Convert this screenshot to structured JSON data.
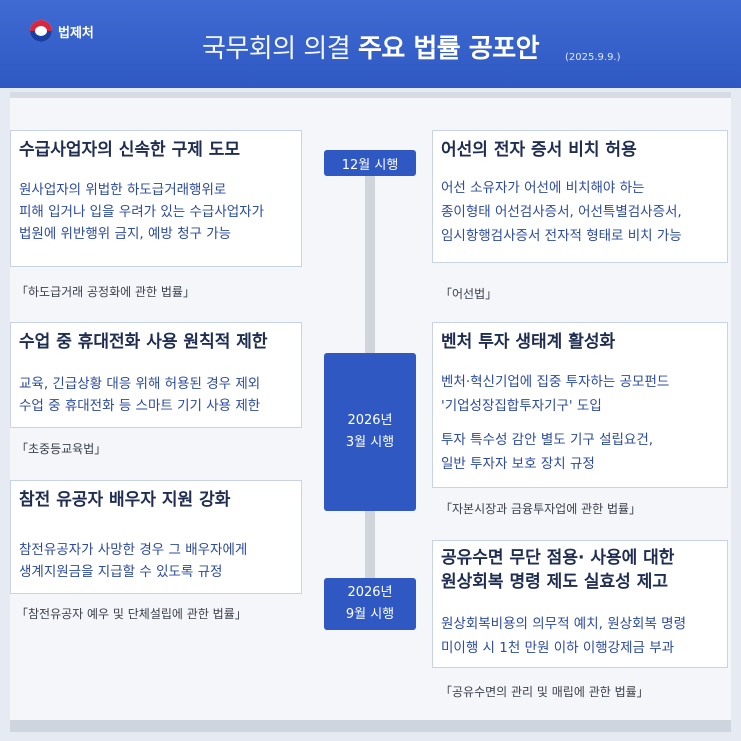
{
  "header": {
    "org": "법제처",
    "title_light": "국무회의 의결 ",
    "title_bold": "주요 법률 공포안",
    "date": "(2025.9.9.)"
  },
  "timeline": {
    "badge1": "12월 시행",
    "badge2_line1": "2026년",
    "badge2_line2": "3월 시행",
    "badge3_line1": "2026년",
    "badge3_line2": "9월 시행"
  },
  "cards": {
    "subcontract": {
      "title": "수급사업자의 신속한 구제 도모",
      "body": [
        "원사업자의 위법한 하도급거래행위로",
        "피해 입거나 입을 우려가 있는 수급사업자가",
        "법원에 위반행위 금지, 예방 청구 가능"
      ],
      "law": "「하도급거래 공정화에 관한 법률」"
    },
    "ship": {
      "title": "어선의 전자 증서 비치 허용",
      "body": [
        "어선 소유자가 어선에 비치해야 하는",
        "종이형태 어선검사증서,  어선특별검사증서,",
        "임시항행검사증서 전자적 형태로 비치 가능"
      ],
      "law": "「어선법」"
    },
    "phone": {
      "title": "수업 중 휴대전화 사용 원칙적 제한",
      "body": [
        "교육, 긴급상황 대응 위해 허용된 경우 제외",
        "수업 중 휴대전화 등 스마트 기기 사용  제한"
      ],
      "law": "「초중등교육법」"
    },
    "venture": {
      "title": "벤처 투자 생태계 활성화",
      "body1": [
        "벤처·혁신기업에 집중 투자하는 공모펀드",
        "'기업성장집합투자기구' 도입"
      ],
      "body2": [
        "투자 특수성 감안 별도 기구 설립요건,",
        "일반 투자자 보호 장치 규정"
      ],
      "law": "「자본시장과 금융투자업에 관한 법률」"
    },
    "veteran": {
      "title": "참전 유공자 배우자 지원 강화",
      "body": [
        "참전유공자가 사망한 경우 그 배우자에게",
        "생계지원금을 지급할 수 있도록 규정"
      ],
      "law": "「참전유공자 예우 및 단체설립에 관한 법률」"
    },
    "water": {
      "title_line1": "공유수면 무단 점용· 사용에 대한",
      "title_line2": "원상회복 명령 제도 실효성 제고",
      "body": [
        "원상회복비용의 의무적 예치, 원상회복 명령",
        "미이행 시 1천 만원 이하 이행강제금 부과"
      ],
      "law": "「공유수면의 관리 및 매립에 관한 법률」"
    }
  },
  "colors": {
    "header": "#2f58c2",
    "badge": "#2f58c2",
    "card_title": "#1f2d52",
    "card_body": "#2c4aa0"
  },
  "icons": {
    "logo": "taegeuk-logo-icon"
  }
}
